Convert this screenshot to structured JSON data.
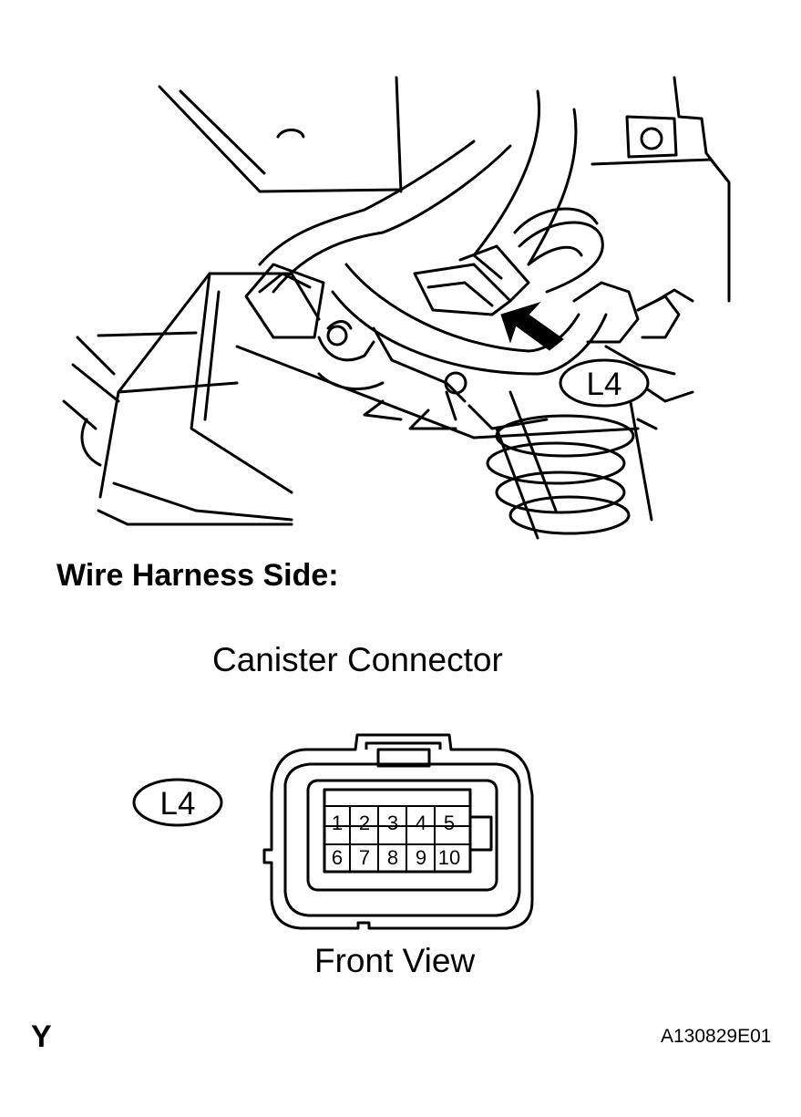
{
  "heading": "Wire Harness Side:",
  "connector_name": "Canister Connector",
  "connector_code": "L4",
  "callout_code": "L4",
  "view_label": "Front View",
  "corner_mark": "Y",
  "figure_code": "A130829E01",
  "pins_top": [
    "1",
    "2",
    "3",
    "4",
    "5"
  ],
  "pins_bottom": [
    "6",
    "7",
    "8",
    "9",
    "10"
  ]
}
